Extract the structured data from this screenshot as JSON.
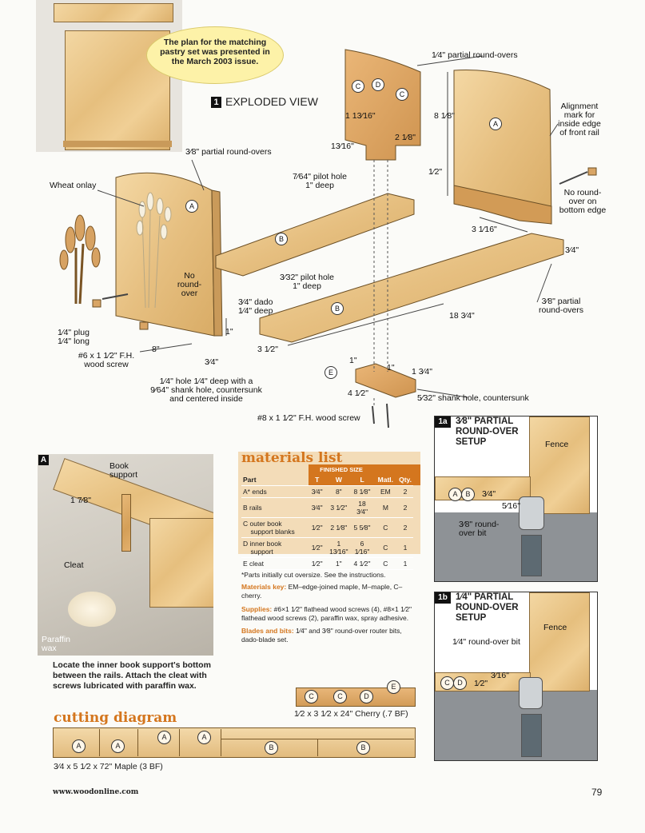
{
  "pastry_note": "The plan for the matching\npastry set was presented in\nthe March 2003 issue.",
  "exploded": {
    "number": "1",
    "title": "EXPLODED VIEW",
    "labels": {
      "wheat_onlay": "Wheat onlay",
      "partial_roundovers_top": "3⁄8\" partial round-overs",
      "pilot_hole_764": "7⁄64\" pilot hole\n1\" deep",
      "quarter_roundovers": "1⁄4\" partial round-overs",
      "alignment_mark": "Alignment\nmark for\ninside edge\nof front rail",
      "no_roundover_bottom": "No round-\nover on\nbottom edge",
      "no_roundover": "No\nround-\nover",
      "pilot_hole_332": "3⁄32\" pilot hole\n1\" deep",
      "dado": "3⁄4\" dado\n1⁄4\" deep",
      "plug": "1⁄4\" plug\n1⁄4\" long",
      "screw_6": "#6 x 1 1⁄2\" F.H.\nwood screw",
      "hole_note": "1⁄4\" hole 1⁄4\" deep with a\n9⁄64\" shank hole, countersunk\nand centered inside",
      "partial_roundovers_right": "3⁄8\" partial\nround-overs",
      "shank_hole": "5⁄32\" shank hole, countersunk",
      "screw_8": "#8 x 1 1⁄2\" F.H. wood screw"
    },
    "dims": {
      "d1_13_16_a": "1 13⁄16\"",
      "d2_1_8": "2 1⁄8\"",
      "d13_16": "13⁄16\"",
      "d8_1_8": "8 1⁄8\"",
      "d1_2": "1⁄2\"",
      "d3_1_16": "3 1⁄16\"",
      "d3_4_rail": "3⁄4\"",
      "d18_3_4": "18 3⁄4\"",
      "d3_1_2": "3 1⁄2\"",
      "d8": "8\"",
      "d3_4_end": "3⁄4\"",
      "d1_end": "1\"",
      "d1_cleat_a": "1\"",
      "d1_cleat_b": "1\"",
      "d1_3_4": "1 3⁄4\"",
      "d4_1_2": "4 1⁄2\""
    },
    "part_letters": {
      "a": "A",
      "b": "B",
      "c": "C",
      "d": "D",
      "e": "E"
    }
  },
  "photo": {
    "tag": "A",
    "book_support": "Book\nsupport",
    "dim_1_7_8": "1 7⁄8\"",
    "cleat": "Cleat",
    "paraffin": "Paraffin\nwax",
    "caption": "Locate the inner book support's bottom\nbetween the rails. Attach the cleat with\nscrews lubricated with paraffin wax."
  },
  "materials": {
    "title": "materials list",
    "finished_size": "FINISHED SIZE",
    "headers": [
      "Part",
      "T",
      "W",
      "L",
      "Matl.",
      "Qty."
    ],
    "rows": [
      [
        "A* ends",
        "3⁄4\"",
        "8\"",
        "8 1⁄8\"",
        "EM",
        "2"
      ],
      [
        "B rails",
        "3⁄4\"",
        "3 1⁄2\"",
        "18 3⁄4\"",
        "M",
        "2"
      ],
      [
        "C outer book\n    support blanks",
        "1⁄2\"",
        "2 1⁄8\"",
        "5 5⁄8\"",
        "C",
        "2"
      ],
      [
        "D inner book\n    support",
        "1⁄2\"",
        "1 13⁄16\"",
        "6 1⁄16\"",
        "C",
        "1"
      ],
      [
        "E cleat",
        "1⁄2\"",
        "1\"",
        "4 1⁄2\"",
        "C",
        "1"
      ]
    ],
    "footnote": "*Parts initially cut oversize. See the instructions.",
    "key_label": "Materials key:",
    "key_text": " EM–edge-joined maple, M–maple, C–cherry.",
    "supplies_label": "Supplies:",
    "supplies_text": " #6×1 1⁄2\" flathead wood screws (4), #8×1 1⁄2\" flathead wood screws (2), paraffin wax, spray adhesive.",
    "blades_label": "Blades and bits:",
    "blades_text": " 1⁄4\" and 3⁄8\" round-over router bits, dado-blade set."
  },
  "setup_1a": {
    "tag": "1a",
    "title": "3⁄8\" PARTIAL\nROUND-OVER\nSETUP",
    "fence": "Fence",
    "dim_3_4": "3⁄4\"",
    "dim_5_16": "5⁄16\"",
    "bit": "3⁄8\" round-\nover bit",
    "letters": [
      "A",
      "B"
    ]
  },
  "setup_1b": {
    "tag": "1b",
    "title": "1⁄4\" PARTIAL\nROUND-OVER\nSETUP",
    "fence": "Fence",
    "bit": "1⁄4\" round-over bit",
    "dim_1_2": "1⁄2\"",
    "dim_3_16": "3⁄16\"",
    "letters": [
      "C",
      "D"
    ]
  },
  "cherry_board": {
    "letters": [
      "C",
      "C",
      "D",
      "E"
    ],
    "label": "1⁄2 x 3 1⁄2 x 24\" Cherry (.7 BF)"
  },
  "cutting": {
    "title": "cutting diagram",
    "letters": [
      "A",
      "A",
      "A",
      "A",
      "B",
      "B"
    ],
    "label": "3⁄4 x 5 1⁄2 x 72\" Maple (3 BF)"
  },
  "footer": {
    "url": "www.woodonline.com",
    "page": "79"
  },
  "colors": {
    "wood": "#e9c386",
    "accent_orange": "#d4761e",
    "materials_bg": "#f3dcb8",
    "table_gray": "#8e9296"
  }
}
